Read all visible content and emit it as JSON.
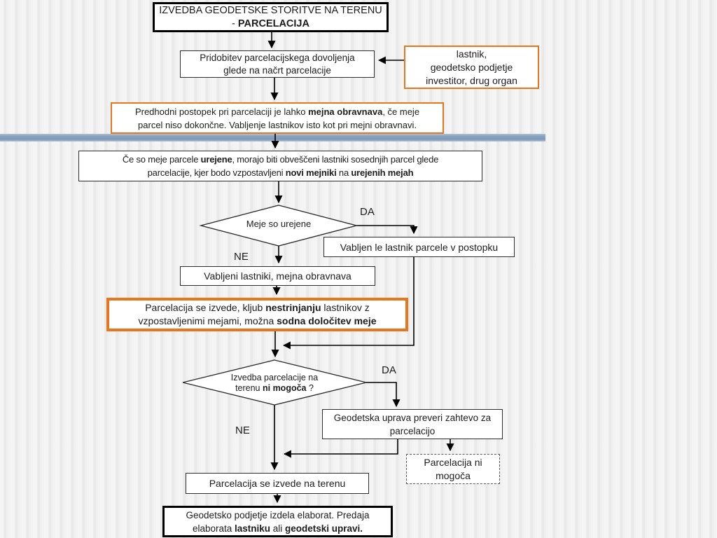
{
  "slide": {
    "colors": {
      "accent_orange": "#e8761f",
      "divider_blue": "#89a3bf",
      "line_black": "#000000",
      "dashed_border_gray": "#5a5a5a",
      "background_stripe": "#ededed"
    },
    "labels": {
      "da": "DA",
      "ne": "NE"
    },
    "nodes": {
      "title": {
        "segments": [
          {
            "t": "IZVEDBA GEODETSKE STORITVE NA TERENU\n- ",
            "b": false
          },
          {
            "t": "PARCELACIJA",
            "b": true
          }
        ]
      },
      "pridobitev": {
        "segments": [
          {
            "t": "Pridobitev parcelacijskega dovoljenja\nglede na načrt parcelacije",
            "b": false
          }
        ]
      },
      "lastnik": {
        "segments": [
          {
            "t": "lastnik,\ngeodetsko podjetje\ninvestitor, drug organ",
            "b": false
          }
        ]
      },
      "predhodni": {
        "segments": [
          {
            "t": "Predhodni postopek pri parcelaciji je lahko ",
            "b": false
          },
          {
            "t": "mejna obravnava",
            "b": true
          },
          {
            "t": ", če meje\nparcel niso dokončne. Vabljenje lastnikov isto kot pri mejni obravnavi.",
            "b": false
          }
        ]
      },
      "ce_so_meje": {
        "segments": [
          {
            "t": "Če so meje parcele ",
            "b": false
          },
          {
            "t": "urejene",
            "b": true
          },
          {
            "t": ", morajo biti obveščeni lastniki sosednjih parcel glede\nparcelacije, kjer bodo vzpostavljeni ",
            "b": false
          },
          {
            "t": "novi mejniki",
            "b": true
          },
          {
            "t": " na ",
            "b": false
          },
          {
            "t": "urejenih mejah",
            "b": true
          }
        ]
      },
      "diamond_meje": {
        "segments": [
          {
            "t": "Meje so  urejene",
            "b": false
          }
        ]
      },
      "vabljen_le": {
        "segments": [
          {
            "t": "Vabljen le lastnik parcele v postopku",
            "b": false
          }
        ]
      },
      "vabljeni_lastniki": {
        "segments": [
          {
            "t": "Vabljeni lastniki, mejna obravnava",
            "b": false
          }
        ]
      },
      "parcelacija_kljub": {
        "segments": [
          {
            "t": "Parcelacija se izvede, kljub ",
            "b": false
          },
          {
            "t": "nestrinjanju",
            "b": true
          },
          {
            "t": " lastnikov z\nvzpostavljenimi mejami, možna ",
            "b": false
          },
          {
            "t": "sodna določitev meje",
            "b": true
          }
        ]
      },
      "diamond_izvedba": {
        "segments": [
          {
            "t": "Izvedba parcelacije na\nterenu ",
            "b": false
          },
          {
            "t": "ni mogoča",
            "b": true
          },
          {
            "t": " ?",
            "b": false
          }
        ]
      },
      "geodetska_uprava": {
        "segments": [
          {
            "t": "Geodetska uprava preveri zahtevo za\nparcelacijo",
            "b": false
          }
        ]
      },
      "parcelacija_ni_mogoca": {
        "segments": [
          {
            "t": "Parcelacija ni\nmogoča",
            "b": false
          }
        ]
      },
      "izvede_na_terenu": {
        "segments": [
          {
            "t": "Parcelacija se izvede na terenu",
            "b": false
          }
        ]
      },
      "elaborat": {
        "segments": [
          {
            "t": "Geodetsko podjetje izdela elaborat. Predaja\nelaborata ",
            "b": false
          },
          {
            "t": "lastniku",
            "b": true
          },
          {
            "t": " ali ",
            "b": false
          },
          {
            "t": "geodetski upravi.",
            "b": true
          }
        ]
      }
    }
  }
}
